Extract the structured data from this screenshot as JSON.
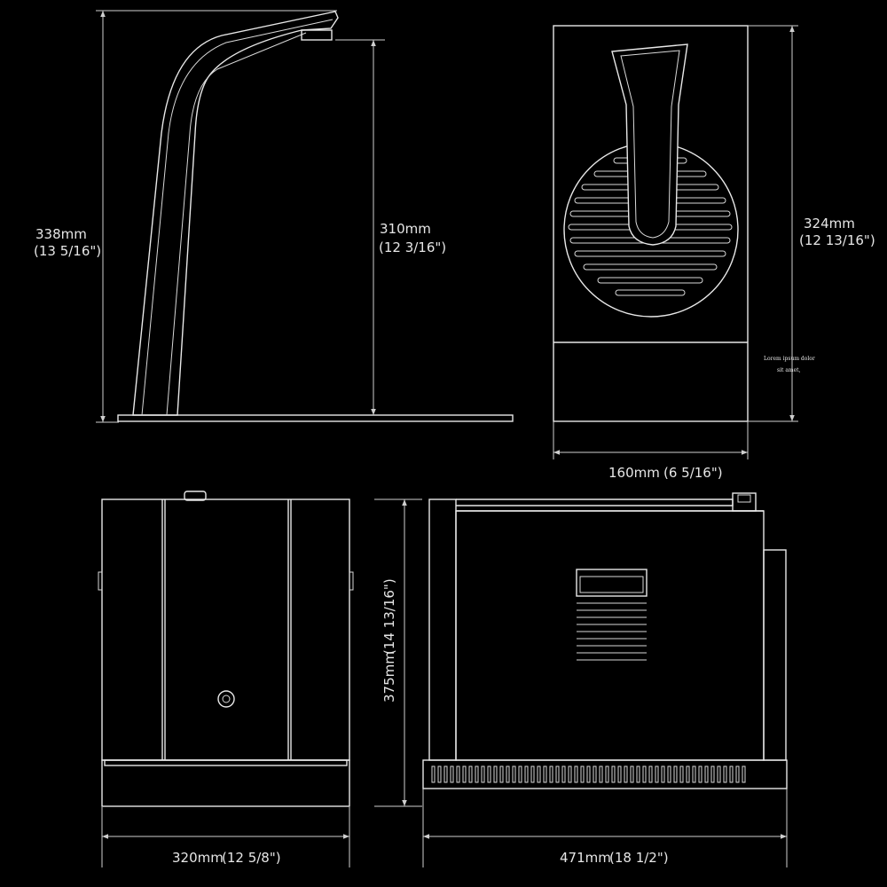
{
  "dimensions": {
    "overall_height": {
      "mm": "338mm",
      "inch": "(13 5/16\")"
    },
    "spout_height": {
      "mm": "310mm",
      "inch": "(12 3/16\")"
    },
    "front_height": {
      "mm": "324mm",
      "inch": "(12 13/16\")"
    },
    "front_width": {
      "mm": "160mm",
      "inch": "(6 5/16\")"
    },
    "unit_height": {
      "mm": "375mm",
      "inch": "(14 13/16\")"
    },
    "unit_front_width": {
      "mm": "320mm",
      "inch": "(12 5/8\")"
    },
    "unit_depth": {
      "mm": "471mm",
      "inch": "(18 1/2\")"
    }
  },
  "note": {
    "line1": "Lorem ipsum dolor",
    "line2": "sit amet,"
  },
  "colors": {
    "background": "#000000",
    "line": "#e8e8e8"
  }
}
